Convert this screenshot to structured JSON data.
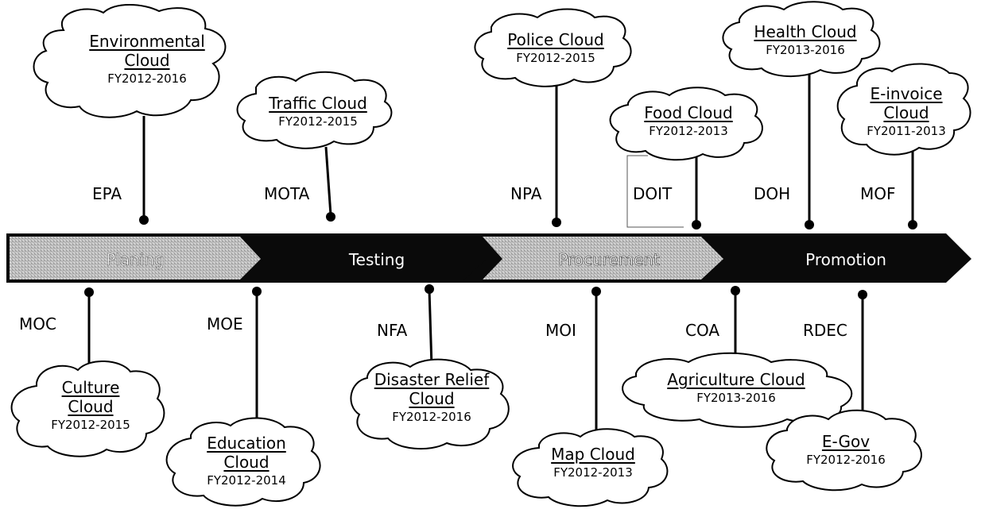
{
  "colors": {
    "band_dark": "#0a0a0a",
    "band_light": "#bdbdbd",
    "text_on_dark": "#ffffff",
    "cloud_stroke": "#000000"
  },
  "phases": [
    {
      "label": "Planing",
      "style": "light"
    },
    {
      "label": "Testing",
      "style": "dark"
    },
    {
      "label": "Procurement",
      "style": "light"
    },
    {
      "label": "Promotion",
      "style": "dark"
    }
  ],
  "clouds": [
    {
      "id": "environmental",
      "name": "Environmental Cloud",
      "fy": "FY2012-2016",
      "agency": "EPA"
    },
    {
      "id": "traffic",
      "name": "Traffic Cloud",
      "fy": "FY2012-2015",
      "agency": "MOTA"
    },
    {
      "id": "police",
      "name": "Police Cloud",
      "fy": "FY2012-2015",
      "agency": "NPA"
    },
    {
      "id": "food",
      "name": "Food Cloud",
      "fy": "FY2012-2013",
      "agency": "DOIT"
    },
    {
      "id": "health",
      "name": "Health Cloud",
      "fy": "FY2013-2016",
      "agency": "DOH"
    },
    {
      "id": "einvoice",
      "name": "E-invoice Cloud",
      "fy": "FY2011-2013",
      "agency": "MOF"
    },
    {
      "id": "culture",
      "name": "Culture Cloud",
      "fy": "FY2012-2015",
      "agency": "MOC"
    },
    {
      "id": "education",
      "name": "Education Cloud",
      "fy": "FY2012-2014",
      "agency": "MOE"
    },
    {
      "id": "disaster",
      "name": "Disaster Relief Cloud",
      "fy": "FY2012-2016",
      "agency": "NFA"
    },
    {
      "id": "map",
      "name": "Map Cloud",
      "fy": "FY2012-2013",
      "agency": "MOI"
    },
    {
      "id": "agriculture",
      "name": "Agriculture Cloud",
      "fy": "FY2013-2016",
      "agency": "COA"
    },
    {
      "id": "egov",
      "name": "E-Gov",
      "fy": "FY2012-2016",
      "agency": "RDEC"
    }
  ]
}
